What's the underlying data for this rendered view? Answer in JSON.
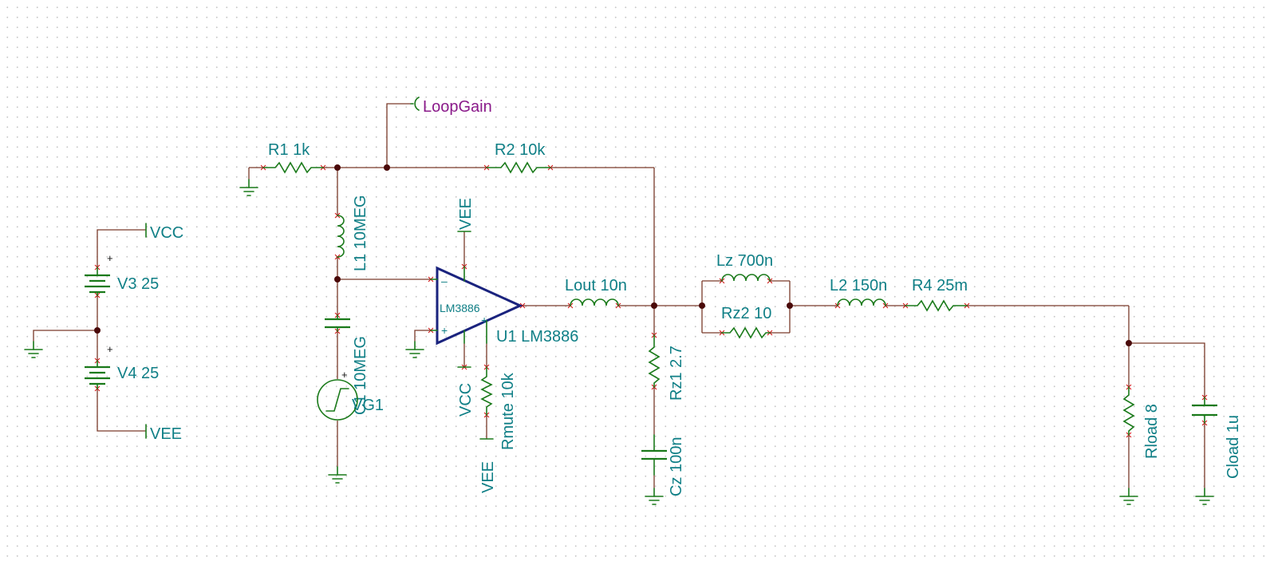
{
  "components": {
    "r1": "R1 1k",
    "r2": "R2 10k",
    "l1": "L1 10MEG",
    "c1": "C1 10MEG",
    "vg1": "VG1",
    "u1_body": "LM3886",
    "u1": "U1 LM3886",
    "lout": "Lout 10n",
    "rz1": "Rz1 2.7",
    "cz": "Cz 100n",
    "lz": "Lz 700n",
    "rz2": "Rz2 10",
    "l2": "L2 150n",
    "r4": "R4 25m",
    "rload": "Rload 8",
    "cload": "Cload 1u",
    "rmute": "Rmute 10k",
    "v3": "V3 25",
    "v4": "V4 25"
  },
  "nets": {
    "vcc": "VCC",
    "vee": "VEE",
    "loopgain": "LoopGain"
  },
  "signs": {
    "plus": "+",
    "minus": "–"
  },
  "colors": {
    "wire": "#7a3a2a",
    "component": "#1a7a1a",
    "label": "#0f7f86",
    "probe": "#8a1a8a",
    "opamp": "#1a237e",
    "pin": "#d01010"
  }
}
